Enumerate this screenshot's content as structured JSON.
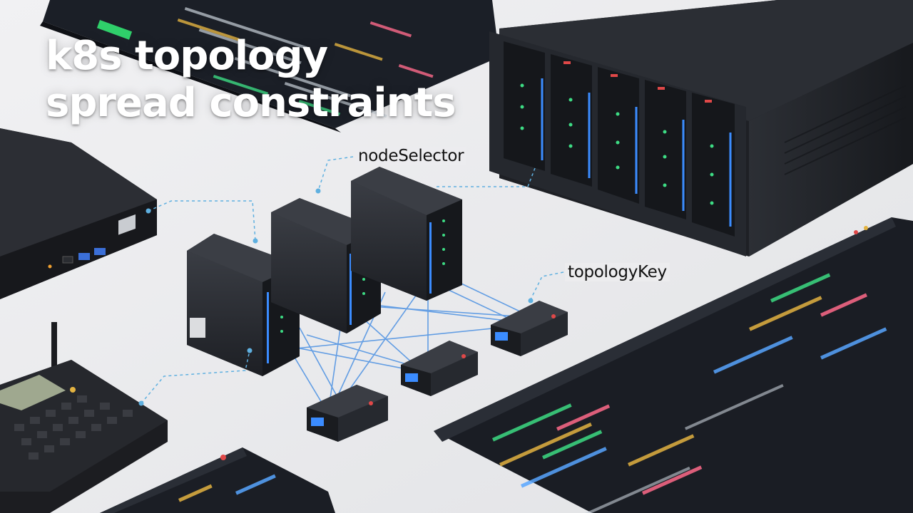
{
  "title": "k8s topology spread constraints",
  "callouts": {
    "node_selector": "nodeSelector",
    "topology_key": "topologyKey"
  },
  "colors": {
    "background": "#ececee",
    "hardware": "#2a2d33",
    "screen": "#1c2029",
    "led_blue": "#3b8cff",
    "led_green": "#3ddc84",
    "link": "#4a90e2",
    "callout_line": "#5fb0e0"
  }
}
